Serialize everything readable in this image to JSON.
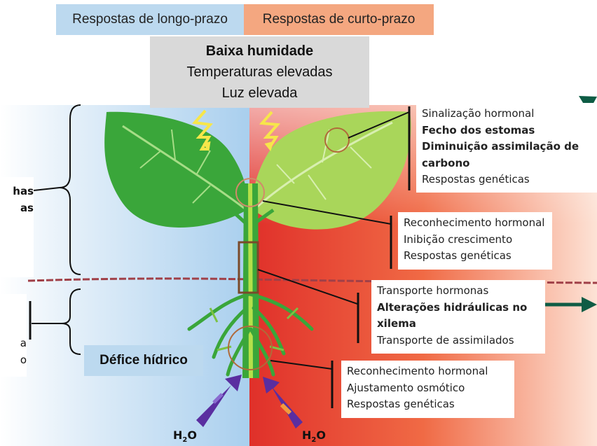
{
  "headers": {
    "long_term": "Respostas de longo-prazo",
    "short_term": "Respostas de curto-prazo"
  },
  "conditions": [
    "Baixa humidade",
    "Temperaturas elevadas",
    "Luz elevada"
  ],
  "boxes": {
    "leaf": [
      "Sinalização hormonal",
      "Fecho dos estomas",
      "Diminuição assimilação de",
      "carbono",
      "Respostas genéticas"
    ],
    "stem": [
      "Reconhecimento hormonal",
      "Inibição crescimento",
      "Respostas genéticas"
    ],
    "xylem": [
      "Transporte hormonas",
      "Alterações hidráulicas no",
      "xilema",
      "Transporte de assimilados"
    ],
    "root": [
      "Reconhecimento hormonal",
      "Ajustamento osmótico",
      "Respostas genéticas"
    ]
  },
  "deficit_label": "Défice hídrico",
  "left_fragments": [
    "has",
    "as",
    "a",
    "o"
  ],
  "water": {
    "symbol": "H",
    "subscript": "2",
    "suffix": "O"
  },
  "colors": {
    "long_term_bg": "#bcd9ef",
    "short_term_bg": "#f4a780",
    "leaf_dark": "#3aa63a",
    "leaf_light": "#a9d65a",
    "arrow_dark_green": "#0e5c45",
    "water_arrow": "#5a2ea0"
  }
}
